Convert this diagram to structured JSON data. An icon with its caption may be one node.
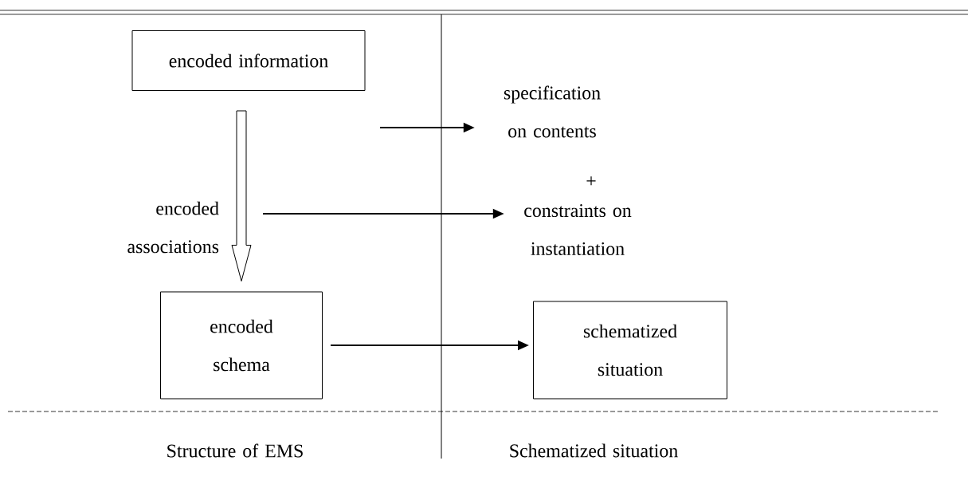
{
  "diagram": {
    "nodes": [
      {
        "text": [
          "encoded information"
        ]
      },
      {
        "text": [
          "encoded schema"
        ]
      },
      {
        "text": [
          "schematized situation"
        ]
      },
      {
        "text": [
          "specification on contents"
        ]
      },
      {
        "text": [
          "constraints on instantiation"
        ]
      }
    ],
    "edges": [
      {
        "from": 0,
        "to": 1,
        "arrow": "to",
        "style": "thick"
      },
      {
        "from": null,
        "to": 3,
        "arrow": "to"
      },
      {
        "from": null,
        "to": 4,
        "arrow": "to"
      },
      {
        "from": 1,
        "to": 2,
        "arrow": "to"
      }
    ],
    "labels": [
      "encoded associations",
      "+",
      "Structure of   EMS",
      "Schematized situation"
    ]
  }
}
